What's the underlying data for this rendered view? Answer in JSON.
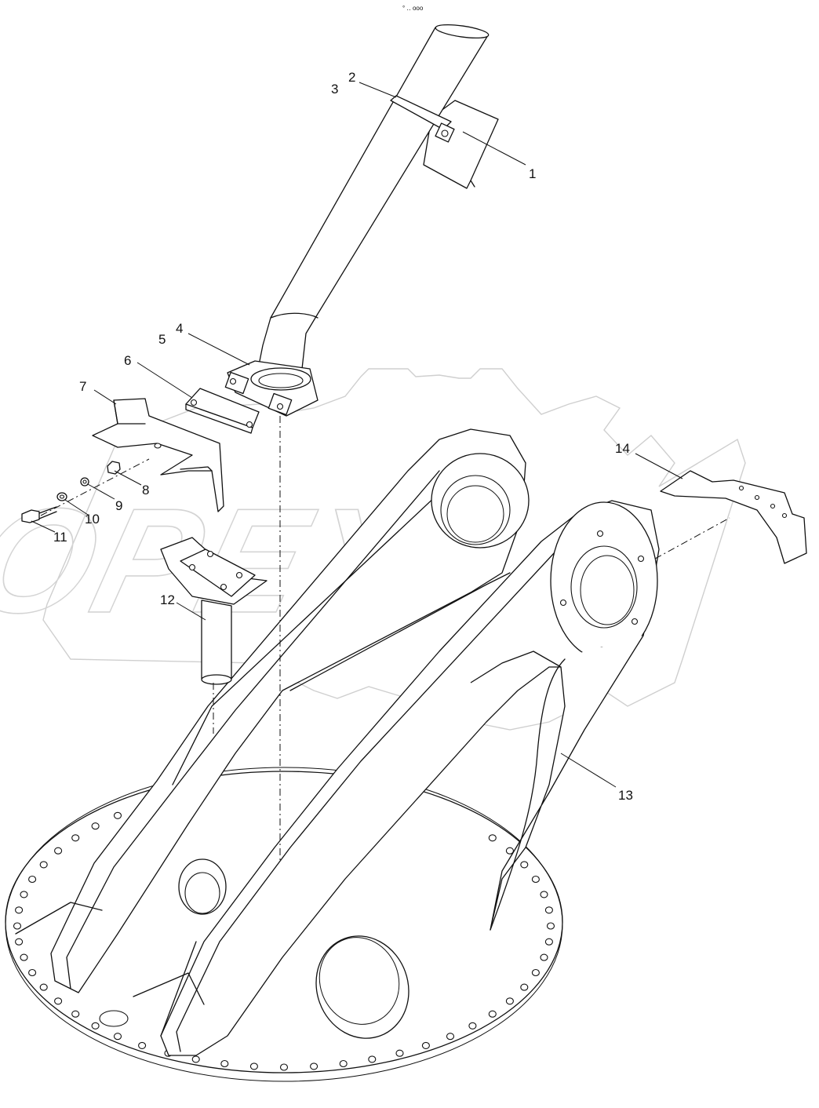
{
  "header": {
    "code": "° ‥ ooo"
  },
  "watermark": {
    "text": "OPEX"
  },
  "callouts": {
    "c1": "1",
    "c2": "2",
    "c3": "3",
    "c4": "4",
    "c5": "5",
    "c6": "6",
    "c7": "7",
    "c8": "8",
    "c9": "9",
    "c10": "10",
    "c11": "11",
    "c12": "12",
    "c13": "13",
    "c14": "14"
  }
}
